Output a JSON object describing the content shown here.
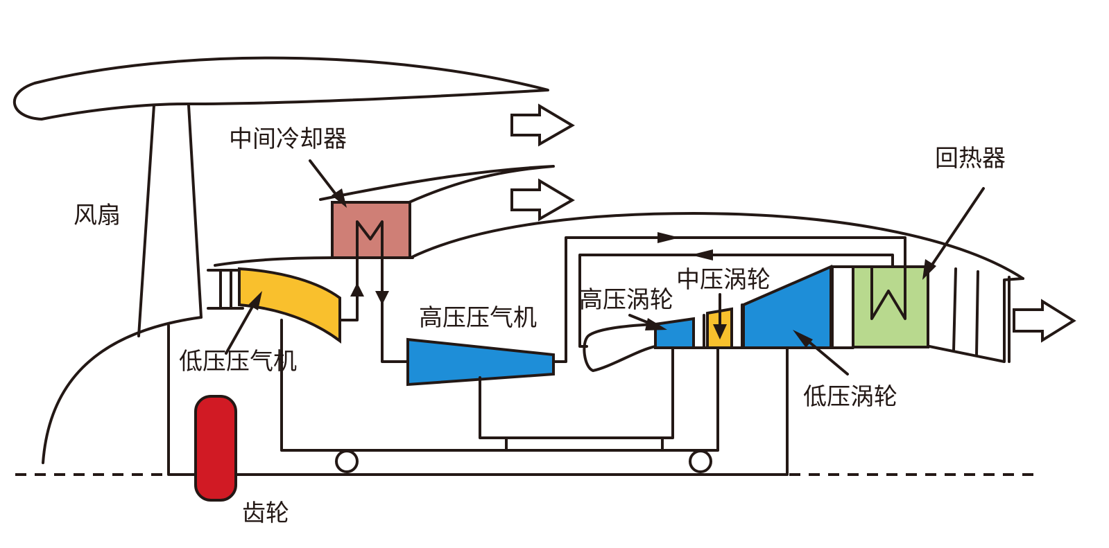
{
  "labels": {
    "fan": "风扇",
    "intercooler": "中间冷却器",
    "recuperator": "回热器",
    "lp_compressor": "低压压气机",
    "hp_compressor": "高压压气机",
    "hp_turbine": "高压涡轮",
    "ip_turbine": "中压涡轮",
    "lp_turbine": "低压涡轮",
    "gear": "齿轮"
  },
  "colors": {
    "line": "#231815",
    "lp_compressor": "#F9C02D",
    "intercooler": "#CF7F76",
    "hp_compressor": "#1E8ED8",
    "hp_turbine": "#1E8ED8",
    "ip_turbine": "#F9C02D",
    "lp_turbine": "#1E8ED8",
    "recuperator": "#B8D98E",
    "gear": "#D11A24"
  }
}
